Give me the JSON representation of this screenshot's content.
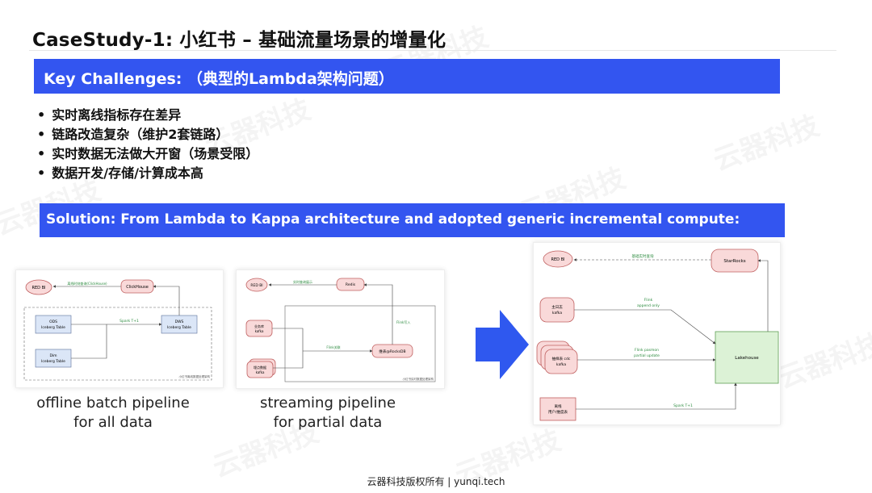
{
  "slide": {
    "title": "CaseStudy-1: 小红书 – 基础流量场景的增量化",
    "key_challenges_header": "Key Challenges: （典型的Lambda架构问题）",
    "challenges": [
      "实时离线指标存在差异",
      "链路改造复杂（维护2套链路）",
      "实时数据无法做大开窗（场景受限）",
      "数据开发/存储/计算成本高"
    ],
    "solution_header": "Solution: From Lambda to Kappa architecture and adopted generic incremental compute:",
    "captions": {
      "batch": [
        "offline batch pipeline",
        "for all data"
      ],
      "stream": [
        "streaming pipeline",
        "for partial data"
      ]
    },
    "footer": "云器科技版权所有 | yunqi.tech",
    "watermark": "云器科技"
  },
  "diagrams": {
    "batch": {
      "nodes": {
        "red_bi": "RED BI",
        "clickhouse": "ClickHouse",
        "ods": [
          "ODS",
          "Iceberg Table"
        ],
        "dws": [
          "DWS",
          "Iceberg Table"
        ],
        "dim": [
          "Dim",
          "Iceberg Table"
        ]
      },
      "edges": {
        "to_bi": "离线时刻查询(ClickHouse)",
        "spark": "Spark T+1"
      },
      "note": "小红书离线数据处理架构"
    },
    "stream": {
      "nodes": {
        "red_bi": "RED BI",
        "redis": "Redis",
        "kafka": [
          "业务库",
          "kafka"
        ],
        "binlog": [
          "埋点数据",
          "kafka"
        ],
        "rocks": "维表@RocksDB"
      },
      "edges": {
        "to_bi": "实时查询展示",
        "flink_import": "Flink写入",
        "flink_join": "Flink关联"
      },
      "note": "小红书实时数据处理架构"
    },
    "kappa": {
      "nodes": {
        "red_bi": "RED BI",
        "starrocks": "StarRocks",
        "kafka": [
          "主日志",
          "kafka"
        ],
        "sdc": [
          "抽样表 cdc",
          "kafka"
        ],
        "dim": [
          "离线",
          "用户/维度表"
        ],
        "lakehouse": "Lakehouse"
      },
      "edges": {
        "to_bi": "基础实时查询",
        "append": [
          "Flink",
          "append only"
        ],
        "partial": [
          "Flink pasmon",
          "partial update"
        ],
        "spark": "Spark T+1"
      }
    }
  },
  "colors": {
    "band": "#3355f0",
    "arrow": "#2f58ef",
    "node_fill": "#f9d9d9",
    "node_stroke": "#c06060",
    "lakehouse_fill": "#dcf2d6",
    "lakehouse_stroke": "#5f9f55",
    "batch_box_fill": "#dbe6f7"
  }
}
